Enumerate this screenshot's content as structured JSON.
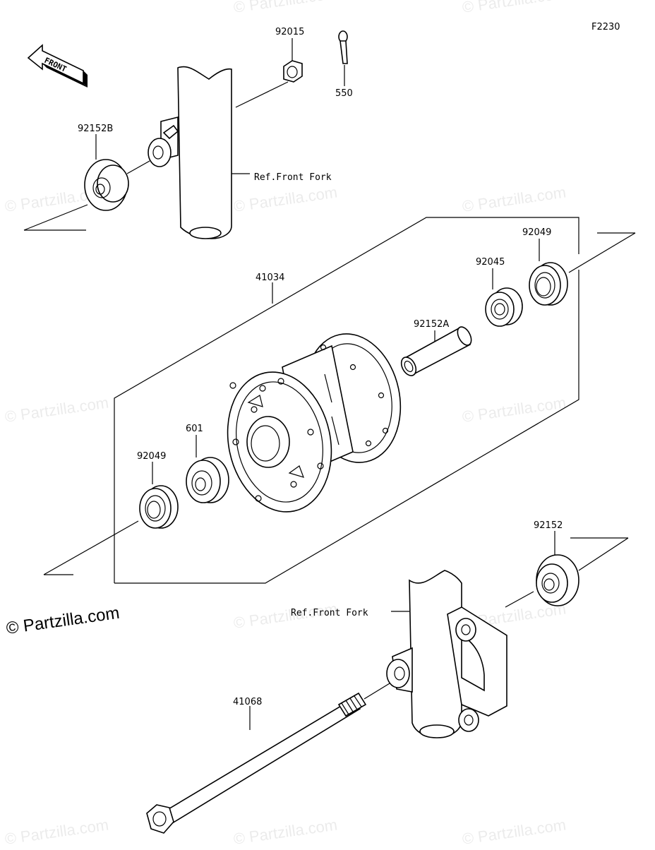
{
  "figure_code": "F2230",
  "front_label": "FRONT",
  "watermark": "© Partzilla.com",
  "parts": {
    "p92015": "92015",
    "p550": "550",
    "p92152B": "92152B",
    "p41034": "41034",
    "p92049_top": "92049",
    "p92045": "92045",
    "p92152A": "92152A",
    "p601": "601",
    "p92049_bottom": "92049",
    "p92152": "92152",
    "p41068": "41068"
  },
  "references": {
    "fork_upper": "Ref.Front Fork",
    "fork_lower": "Ref.Front Fork"
  }
}
